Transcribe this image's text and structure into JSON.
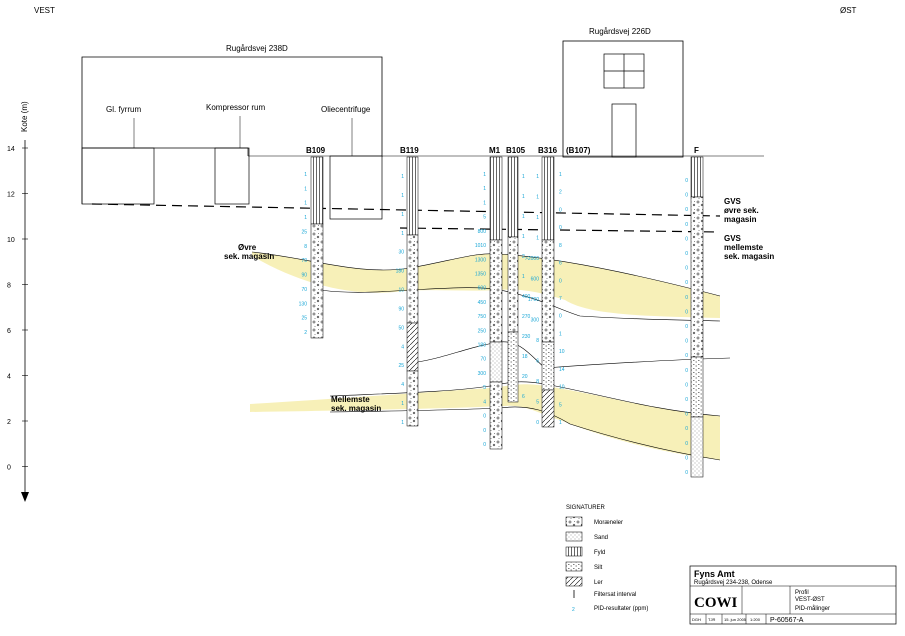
{
  "direction": {
    "west": "VEST",
    "east": "ØST"
  },
  "axis": {
    "label": "Kote (m)",
    "ticks": [
      "14",
      "12",
      "10",
      "8",
      "6",
      "4",
      "2",
      "0"
    ]
  },
  "buildings": {
    "left_name": "Rugårdsvej 238D",
    "right_name": "Rugårdsvej 226D",
    "rooms": [
      "Gl. fyrrum",
      "Kompressor rum",
      "Oliecentrifuge"
    ]
  },
  "boreholes": [
    {
      "id": "b109",
      "name": "B109",
      "pids": [
        "1",
        "1",
        "1",
        "1",
        "25",
        "8",
        "70",
        "90",
        "70",
        "130",
        "25",
        "2"
      ]
    },
    {
      "id": "b119",
      "name": "B119",
      "pids": [
        "1",
        "1",
        "1",
        "1",
        "30",
        "180",
        "10",
        "90",
        "50",
        "4",
        "25",
        "4",
        "1",
        "1"
      ]
    },
    {
      "id": "m1",
      "name": "M1",
      "pids": [
        "1",
        "1",
        "1",
        "5",
        "800",
        "1010",
        "1300",
        "1350",
        "600",
        "450",
        "750",
        "250",
        "180",
        "70",
        "300",
        "5",
        "4",
        "0",
        "0",
        "0"
      ]
    },
    {
      "id": "b105",
      "name": "B105",
      "pids": [
        "1",
        "1",
        "1",
        "1",
        "2",
        "1",
        "400",
        "270",
        "230",
        "18",
        "20",
        "6"
      ]
    },
    {
      "id": "b316",
      "name": "B316",
      "pids": [
        "1",
        "1",
        "1",
        "1",
        ">2000",
        "600",
        "1700",
        "300",
        "8",
        "6",
        "8",
        "5",
        "0"
      ]
    },
    {
      "id": "b107",
      "name": "(B107)",
      "pids": [
        "1",
        "2",
        "0",
        "0",
        "8",
        "6",
        "0",
        "7",
        "0",
        "1",
        "10",
        "14",
        "10",
        "5",
        "1"
      ]
    },
    {
      "id": "f",
      "name": "F",
      "pids": [
        "0",
        "0",
        "0",
        "0",
        "0",
        "0",
        "0",
        "0",
        "0",
        "0",
        "0",
        "0",
        "0",
        "0",
        "0",
        "0",
        "0",
        "0",
        "0",
        "0",
        "0"
      ]
    }
  ],
  "water_levels": [
    {
      "id": "gvs-upper",
      "title": "GVS",
      "line2": "øvre sek.",
      "line3": "magasin"
    },
    {
      "id": "gvs-middle",
      "title": "GVS",
      "line2": "mellemste",
      "line3": "sek. magasin"
    }
  ],
  "aquifers": [
    {
      "id": "upper",
      "line1": "Øvre",
      "line2": "sek. magasin"
    },
    {
      "id": "middle",
      "line1": "Mellemste",
      "line2": "sek. magasin"
    }
  ],
  "legend": {
    "title": "SIGNATURER",
    "items": [
      "Moræneler",
      "Sand",
      "Fyld",
      "Silt",
      "Ler",
      "Filtersat interval",
      "PID-resultater (ppm)"
    ],
    "pid_sample": "2"
  },
  "title_block": {
    "client": "Fyns Amt",
    "address": "Rugårdsvej 234-238, Odense",
    "company": "COWI",
    "title1": "Profil",
    "title2": "VEST-ØST",
    "title3": "PID-målinger",
    "scale": "1:200",
    "date": "15. jun 2005",
    "drawing_no": "P-60567-A",
    "init1": "DGH",
    "init2": "TJR"
  },
  "colors": {
    "aquifer_fill": "#f7f0b8",
    "pid_text": "#17a6d6",
    "line": "#000000"
  }
}
